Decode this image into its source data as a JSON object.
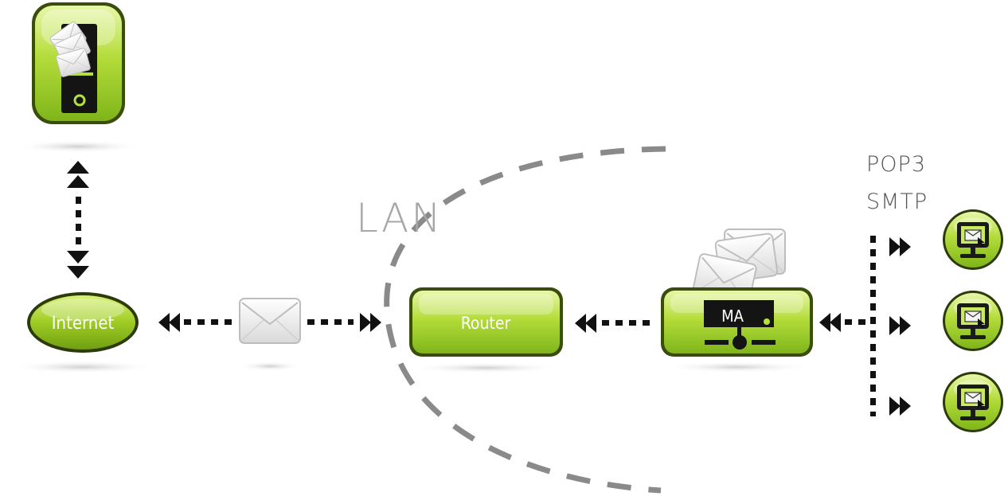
{
  "diagram": {
    "lan_label": "LAN",
    "internet_label": "Internet",
    "router_label": "Router",
    "mail_agent_label": "MA",
    "protocols": [
      "POP3",
      "SMTP"
    ]
  },
  "colors": {
    "green": "#a6d42a",
    "green_dark": "#5e8f0f",
    "dark": "#111111",
    "lan_dash": "#8a8a8a",
    "label_gray": "#a7a7a7"
  },
  "icons": {
    "server": "mail-server-icon",
    "envelope": "envelope-icon",
    "client": "monitor-mail-icon"
  }
}
